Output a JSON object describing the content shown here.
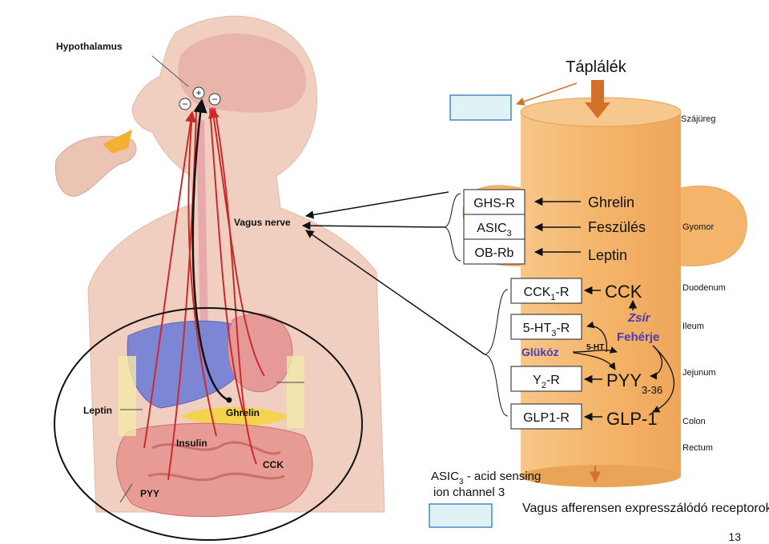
{
  "anatomy": {
    "hypothalamus": "Hypothalamus",
    "vagus_nerve": "Vagus nerve",
    "leptin": "Leptin",
    "ghrelin": "Ghrelin",
    "insulin": "Insulin",
    "cck": "CCK",
    "pyy": "PYY"
  },
  "diagram": {
    "title": "Táplálék",
    "regions": {
      "mouth": "Szájüreg",
      "stomach": "Gyomor",
      "duodenum": "Duodenum",
      "ileum": "Ileum",
      "jejunum": "Jejunum",
      "colon": "Colon",
      "rectum": "Rectum"
    },
    "stomach_signals": [
      "Ghrelin",
      "Feszülés",
      "Leptin"
    ],
    "stomach_receptors": [
      {
        "name": "GHS-R",
        "sub": ""
      },
      {
        "name": "ASIC",
        "sub": "3",
        "suffix": ""
      },
      {
        "name": "OB-Rb",
        "sub": ""
      }
    ],
    "gut_signals": {
      "cck": "CCK",
      "fat": "Zsír",
      "protein": "Fehérje",
      "five_ht": "5-HT",
      "glucose": "Glükóz",
      "pyy": "PYY",
      "pyy_sub": "3-36",
      "glp1": "GLP-1"
    },
    "gut_receptors": {
      "cck1": {
        "pre": "CCK",
        "sub": "1",
        "post": "-R"
      },
      "ht3": {
        "pre": "5-HT",
        "sub": "3",
        "post": "-R"
      },
      "y2": {
        "pre": "Y",
        "sub": "2",
        "post": "-R"
      },
      "glp1r": {
        "pre": "GLP1-R",
        "sub": "",
        "post": ""
      }
    }
  },
  "legend": {
    "asic_line1_pre": "ASIC",
    "asic_line1_sub": "3",
    "asic_line1_post": " - acid sensing",
    "asic_line2": "ion channel 3",
    "vagus_text": "Vagus afferensen expresszálódó receptorok"
  },
  "page_number": "13",
  "colors": {
    "tube": "#f4b56a",
    "tube_dark": "#d98a3a",
    "arrow_orange": "#d2722a",
    "purple_text": "#4b3bb0",
    "box_fill": "#dff2f6",
    "box_stroke": "#4a86c6",
    "skin": "#f1cfc0",
    "nerve_red": "#cc2a2a"
  }
}
